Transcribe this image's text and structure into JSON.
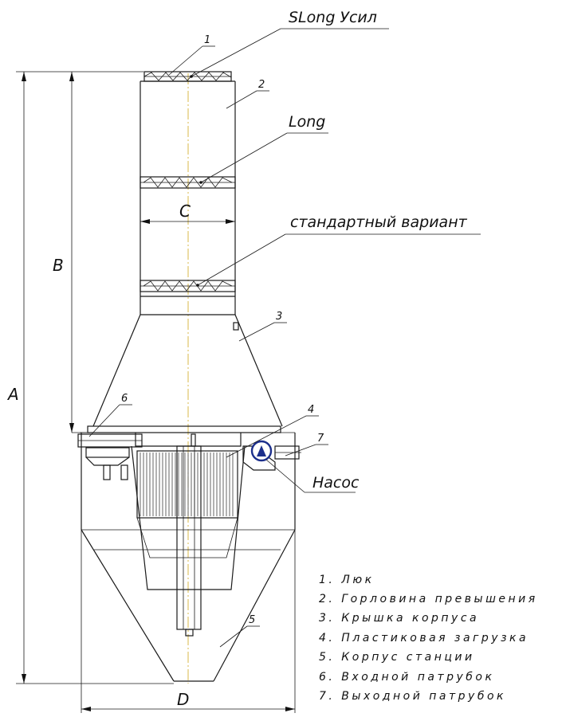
{
  "callouts": {
    "slong": "SLong Усил",
    "long": "Long",
    "standard": "стандартный вариант",
    "pump": "Насос"
  },
  "dimensions": {
    "A": "A",
    "B": "B",
    "C": "C",
    "D": "D"
  },
  "part_numbers": [
    "1",
    "2",
    "3",
    "4",
    "5",
    "6",
    "7"
  ],
  "legend": [
    "1. Люк",
    "2. Горловина превышения",
    "3. Крышка корпуса",
    "4. Пластиковая загрузка",
    "5. Корпус станции",
    "6. Входной патрубок",
    "7. Выходной патрубок"
  ],
  "colors": {
    "line": "#1a1a1a",
    "axis": "#d8b84a",
    "pump": "#1c2f8c"
  },
  "icons": {
    "pump": "pump-symbol-icon"
  }
}
